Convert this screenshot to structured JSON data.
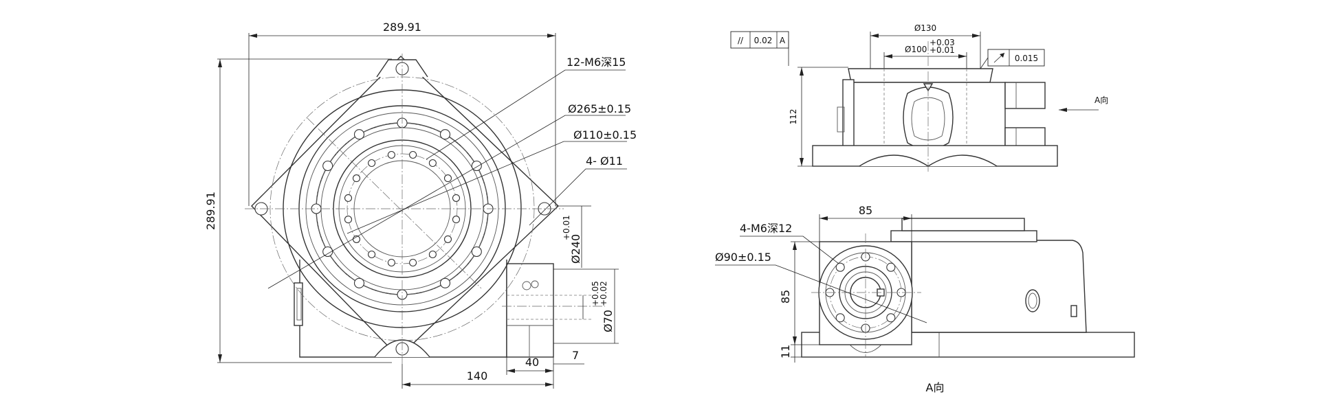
{
  "front_view": {
    "width": "289.91",
    "height": "289.91",
    "callout_tapped_holes": "12-M6深15",
    "callout_pcd_outer": "Ø265±0.15",
    "callout_pcd_inner": "Ø110±0.15",
    "callout_mount_holes": "4- Ø11",
    "dia_240": "Ø240",
    "tol_240": "+0.01",
    "dia_70": "Ø70",
    "tol_70_upper": "+0.05",
    "tol_70_lower": "+0.02",
    "dim_140": "140",
    "dim_40": "40",
    "dim_7": "7"
  },
  "side_view": {
    "flatness_symbol": "//",
    "flatness_value": "0.02",
    "flatness_datum": "A",
    "dia_130": "Ø130",
    "dia_100": "Ø100",
    "tol_100_upper": "+0.03",
    "tol_100_lower": "+0.01",
    "runout_value": "0.015",
    "height_112": "112",
    "view_arrow_label": "A向"
  },
  "a_view": {
    "dim_85_top": "85",
    "callout_tapped_holes": "4-M6深12",
    "callout_pcd": "Ø90±0.15",
    "dim_85_side": "85",
    "dim_11": "11",
    "title": "A向"
  },
  "colors": {
    "line": "#333333",
    "dimension": "#222222",
    "background": "#ffffff"
  }
}
